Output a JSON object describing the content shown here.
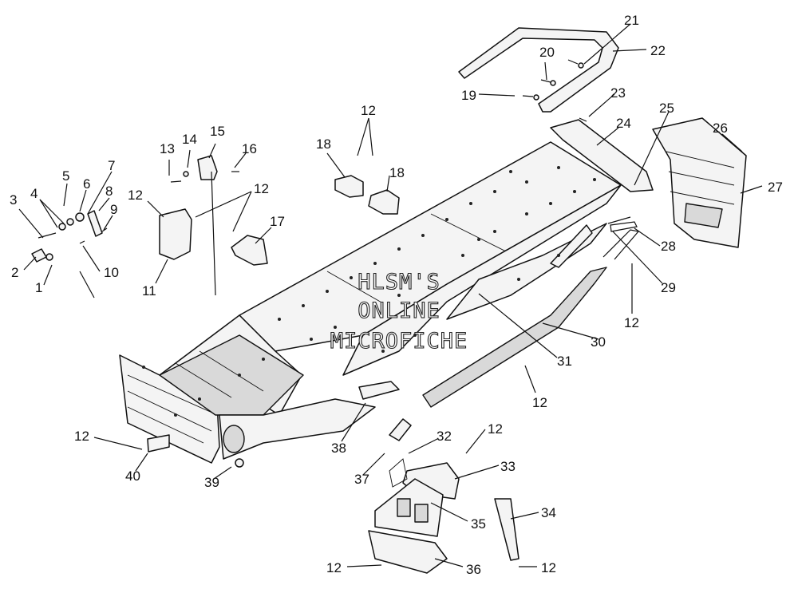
{
  "watermark": {
    "line1": "HLSM'S",
    "line2": "ONLINE",
    "line3": "MICROFICHE"
  },
  "callouts": [
    {
      "n": "1"
    },
    {
      "n": "2"
    },
    {
      "n": "3"
    },
    {
      "n": "4"
    },
    {
      "n": "5"
    },
    {
      "n": "6"
    },
    {
      "n": "7"
    },
    {
      "n": "8"
    },
    {
      "n": "9"
    },
    {
      "n": "10"
    },
    {
      "n": "11"
    },
    {
      "n": "12"
    },
    {
      "n": "12"
    },
    {
      "n": "13"
    },
    {
      "n": "14"
    },
    {
      "n": "15"
    },
    {
      "n": "16"
    },
    {
      "n": "12"
    },
    {
      "n": "17"
    },
    {
      "n": "12"
    },
    {
      "n": "18"
    },
    {
      "n": "18"
    },
    {
      "n": "19"
    },
    {
      "n": "20"
    },
    {
      "n": "21"
    },
    {
      "n": "22"
    },
    {
      "n": "23"
    },
    {
      "n": "24"
    },
    {
      "n": "25"
    },
    {
      "n": "26"
    },
    {
      "n": "27"
    },
    {
      "n": "28"
    },
    {
      "n": "29"
    },
    {
      "n": "12"
    },
    {
      "n": "30"
    },
    {
      "n": "31"
    },
    {
      "n": "12"
    },
    {
      "n": "12"
    },
    {
      "n": "32"
    },
    {
      "n": "12"
    },
    {
      "n": "33"
    },
    {
      "n": "37"
    },
    {
      "n": "38"
    },
    {
      "n": "39"
    },
    {
      "n": "40"
    },
    {
      "n": "35"
    },
    {
      "n": "34"
    },
    {
      "n": "12"
    },
    {
      "n": "36"
    },
    {
      "n": "12"
    }
  ]
}
